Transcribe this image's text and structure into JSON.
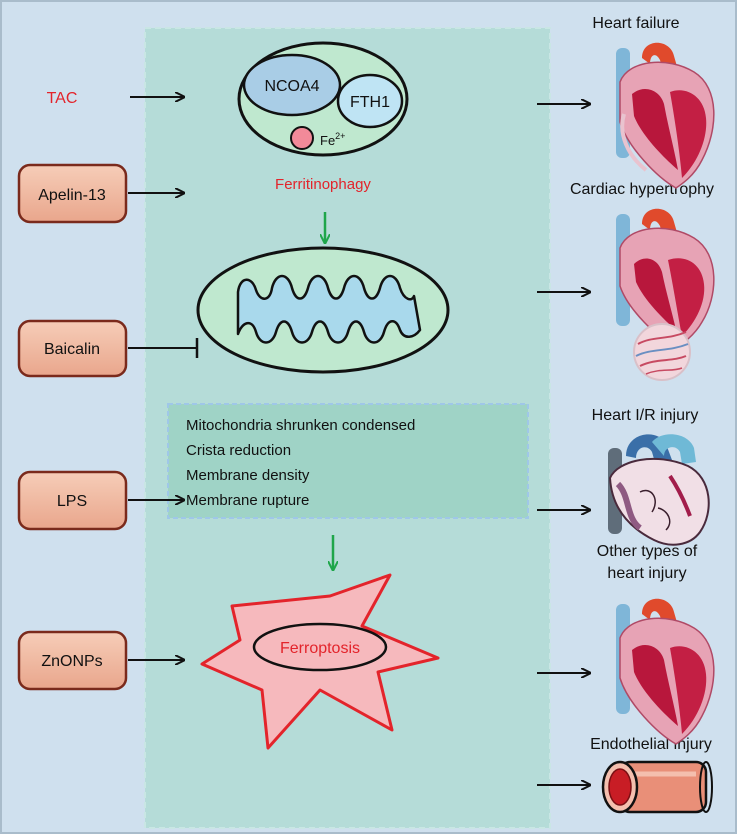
{
  "inputs": {
    "tac": "TAC",
    "apelin": "Apelin-13",
    "baicalin": "Baicalin",
    "lps": "LPS",
    "znonps": "ZnONPs"
  },
  "ferritin": {
    "ncoa4": "NCOA4",
    "fth1": "FTH1",
    "fe_base": "Fe",
    "fe_sup": "2+"
  },
  "process": {
    "ferritinophagy": "Ferritinophagy",
    "ferroptosis": "Ferroptosis"
  },
  "mito_features": [
    "Mitochondria shrunken condensed",
    "Crista reduction",
    "Membrane density",
    "Membrane rupture"
  ],
  "outcomes": {
    "heart_failure": "Heart failure",
    "hypertrophy": "Cardiac hypertrophy",
    "ir_injury": "Heart I/R injury",
    "other_1": "Other types of",
    "other_2": "heart injury",
    "endothelial": "Endothelial injury"
  },
  "colors": {
    "background": "#cfe0ee",
    "center_panel": "#b5dcd8",
    "box_fill": "#f0b9a3",
    "box_stroke": "#7a2a1c",
    "red_text": "#e3242b",
    "green_arrow": "#1ea64a",
    "ferroptosis_fill": "#f6b9bd",
    "mito_fill": "#bfe8cf",
    "cristae_fill": "#a9d9ec"
  },
  "icons": {
    "heart": "heart-illustration",
    "tissue": "myocardial-tissue-circle",
    "vessel": "blood-vessel-illustration"
  }
}
